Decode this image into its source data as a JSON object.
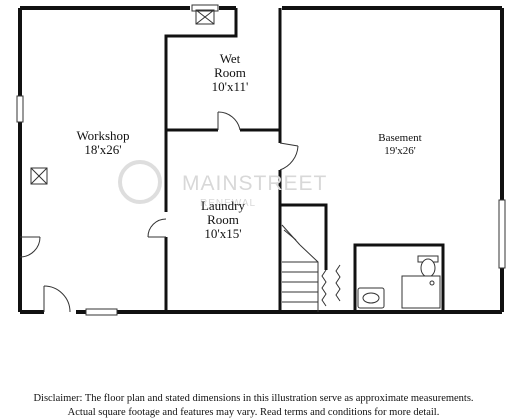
{
  "rooms": {
    "workshop": {
      "name": "Workshop",
      "dims": "18'x26'"
    },
    "wet_room": {
      "name": "Wet",
      "name2": "Room",
      "dims": "10'x11'"
    },
    "laundry": {
      "name": "Laundry",
      "name2": "Room",
      "dims": "10'x15'"
    },
    "basement": {
      "name": "Basement",
      "dims": "19'x26'"
    }
  },
  "watermark": {
    "main": "MAINSTREET",
    "sub": "RENEWAL"
  },
  "disclaimer": {
    "line1": "Disclaimer: The floor plan and stated dimensions in this illustration serve as approximate measurements.",
    "line2": "Actual square footage and features may vary. Read terms and conditions for more detail."
  }
}
